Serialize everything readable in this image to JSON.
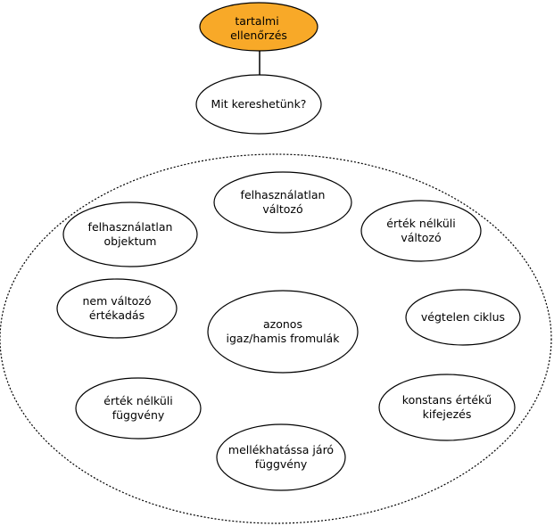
{
  "colors": {
    "root_fill": "#f8a928",
    "node_fill": "#ffffff",
    "stroke": "#000000"
  },
  "root": {
    "lines": [
      "tartalmi",
      "ellenőrzés"
    ]
  },
  "question": {
    "lines": [
      "Mit kereshetünk?"
    ]
  },
  "items": [
    {
      "id": "felhasznalatlan-valtozo",
      "lines": [
        "felhasználatlan",
        "változó"
      ]
    },
    {
      "id": "felhasznalatlan-objektum",
      "lines": [
        "felhasználatlan",
        "objektum"
      ]
    },
    {
      "id": "ertek-nelkuli-valtozo",
      "lines": [
        "érték nélküli",
        "változó"
      ]
    },
    {
      "id": "nem-valtozo-ertekadas",
      "lines": [
        "nem változó",
        "értékadás"
      ]
    },
    {
      "id": "azonos-formulak",
      "lines": [
        "azonos",
        "igaz/hamis fromulák"
      ]
    },
    {
      "id": "vegtelen-ciklus",
      "lines": [
        "végtelen ciklus"
      ]
    },
    {
      "id": "ertek-nelkuli-fuggveny",
      "lines": [
        "érték nélküli",
        "függvény"
      ]
    },
    {
      "id": "konstans-erteku-kifejezes",
      "lines": [
        "konstans értékű",
        "kifejezés"
      ]
    },
    {
      "id": "mellekhatassal-jaro-fuggveny",
      "lines": [
        "mellékhatássa járó",
        "függvény"
      ]
    }
  ]
}
